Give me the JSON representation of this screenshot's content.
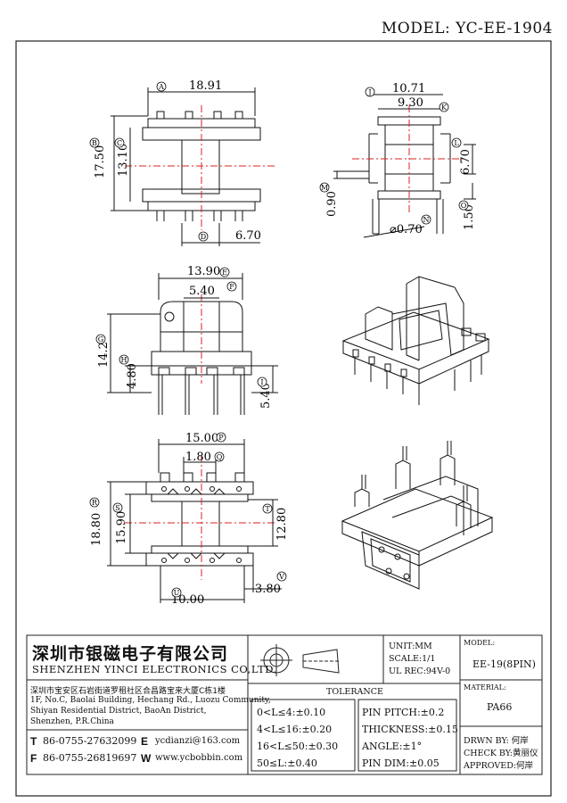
{
  "model": "MODEL: YC-EE-1904",
  "views": {
    "top_left": {
      "A": "18.91",
      "B": "17.50",
      "C": "13.10",
      "D": "6.70"
    },
    "top_right": {
      "J": "10.71",
      "K": "9.30",
      "L": "6.70",
      "M": "0.90",
      "N": "⌀0.70",
      "O": "1.50"
    },
    "mid_left": {
      "E": "13.90",
      "F": "5.40",
      "G": "14.2",
      "H": "4.80",
      "I": "5.40°"
    },
    "bot_left": {
      "P": "15.00",
      "Q": "1.80",
      "R": "18.80",
      "S": "15.90",
      "T": "12.80",
      "U": "10.00",
      "V": "3.80"
    },
    "circle_letters": [
      "A",
      "B",
      "C",
      "D",
      "E",
      "F",
      "G",
      "H",
      "I",
      "J",
      "K",
      "L",
      "M",
      "N",
      "O",
      "P",
      "Q",
      "R",
      "S",
      "T",
      "U",
      "V"
    ]
  },
  "company": {
    "name_cn": "深圳市银磁电子有限公司",
    "name_en": "SHENZHEN YINCI ELECTRONICS CO,LTD.",
    "address_cn": "深圳市宝安区石岩街道罗租社区合昌路宝来大厦C栋1楼",
    "address_en1": "1F, No.C, Baolai Building, Hechang Rd., Luozu Community,",
    "address_en2": "Shiyan Residential District, BaoAn District,",
    "address_en3": "Shenzhen, P.R.China",
    "tel_label": "T",
    "tel": "86-0755-27632099",
    "fax_label": "F",
    "fax": "86-0755-26819697",
    "email_label": "E",
    "email": "ycdianzi@163.com",
    "web_label": "W",
    "web": "www.ycbobbin.com"
  },
  "spec": {
    "unit": "UNIT:MM",
    "scale": "SCALE:1/1",
    "ul": "UL REC:94V-0",
    "tolerance_title": "TOLERANCE",
    "tol_rows": [
      "0<L≤4:±0.10",
      "4<L≤16:±0.20",
      "16<L≤50:±0.30",
      "50≤L:±0.40"
    ],
    "pin_rows": [
      "PIN PITCH:±0.2",
      "THICKNESS:±0.15",
      "ANGLE:±1°",
      "PIN DIM:±0.05"
    ]
  },
  "info": {
    "model_label": "MODEL:",
    "model_value": "EE-19(8PIN)",
    "material_label": "MATERIAL:",
    "material_value": "PA66",
    "drawn": "DRWN BY: 何岸",
    "check": "CHECK BY:黄丽仪",
    "approved": "APPROVED:何岸"
  }
}
